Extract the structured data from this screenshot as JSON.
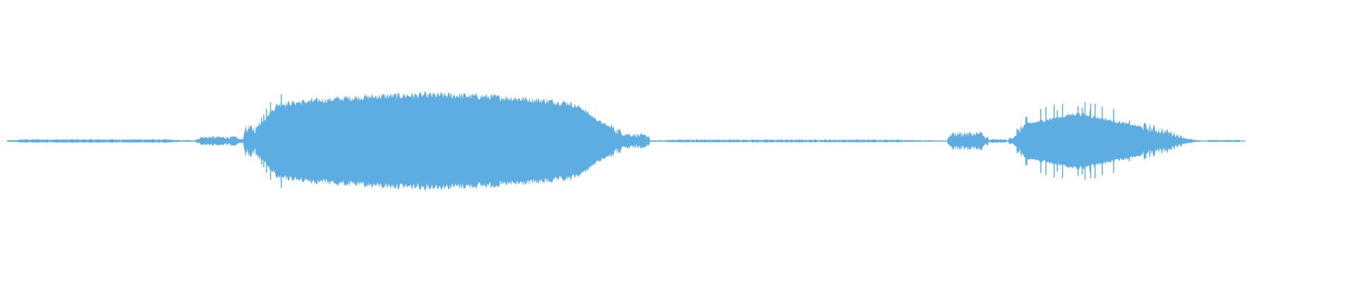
{
  "waveform": {
    "color": "#5dade2",
    "background": "#ffffff",
    "duration_fraction_with_audio": 0.93,
    "segments": [
      {
        "start": 0.005,
        "end": 0.145,
        "amplitude": 0.01
      },
      {
        "start": 0.145,
        "end": 0.18,
        "amplitude": 0.025
      },
      {
        "start": 0.18,
        "end": 0.48,
        "amplitude": 0.33
      },
      {
        "start": 0.48,
        "end": 0.7,
        "amplitude": 0.008
      },
      {
        "start": 0.7,
        "end": 0.73,
        "amplitude": 0.05
      },
      {
        "start": 0.73,
        "end": 0.745,
        "amplitude": 0.01
      },
      {
        "start": 0.745,
        "end": 0.89,
        "amplitude": 0.2
      },
      {
        "start": 0.89,
        "end": 0.92,
        "amplitude": 0.006
      }
    ]
  }
}
